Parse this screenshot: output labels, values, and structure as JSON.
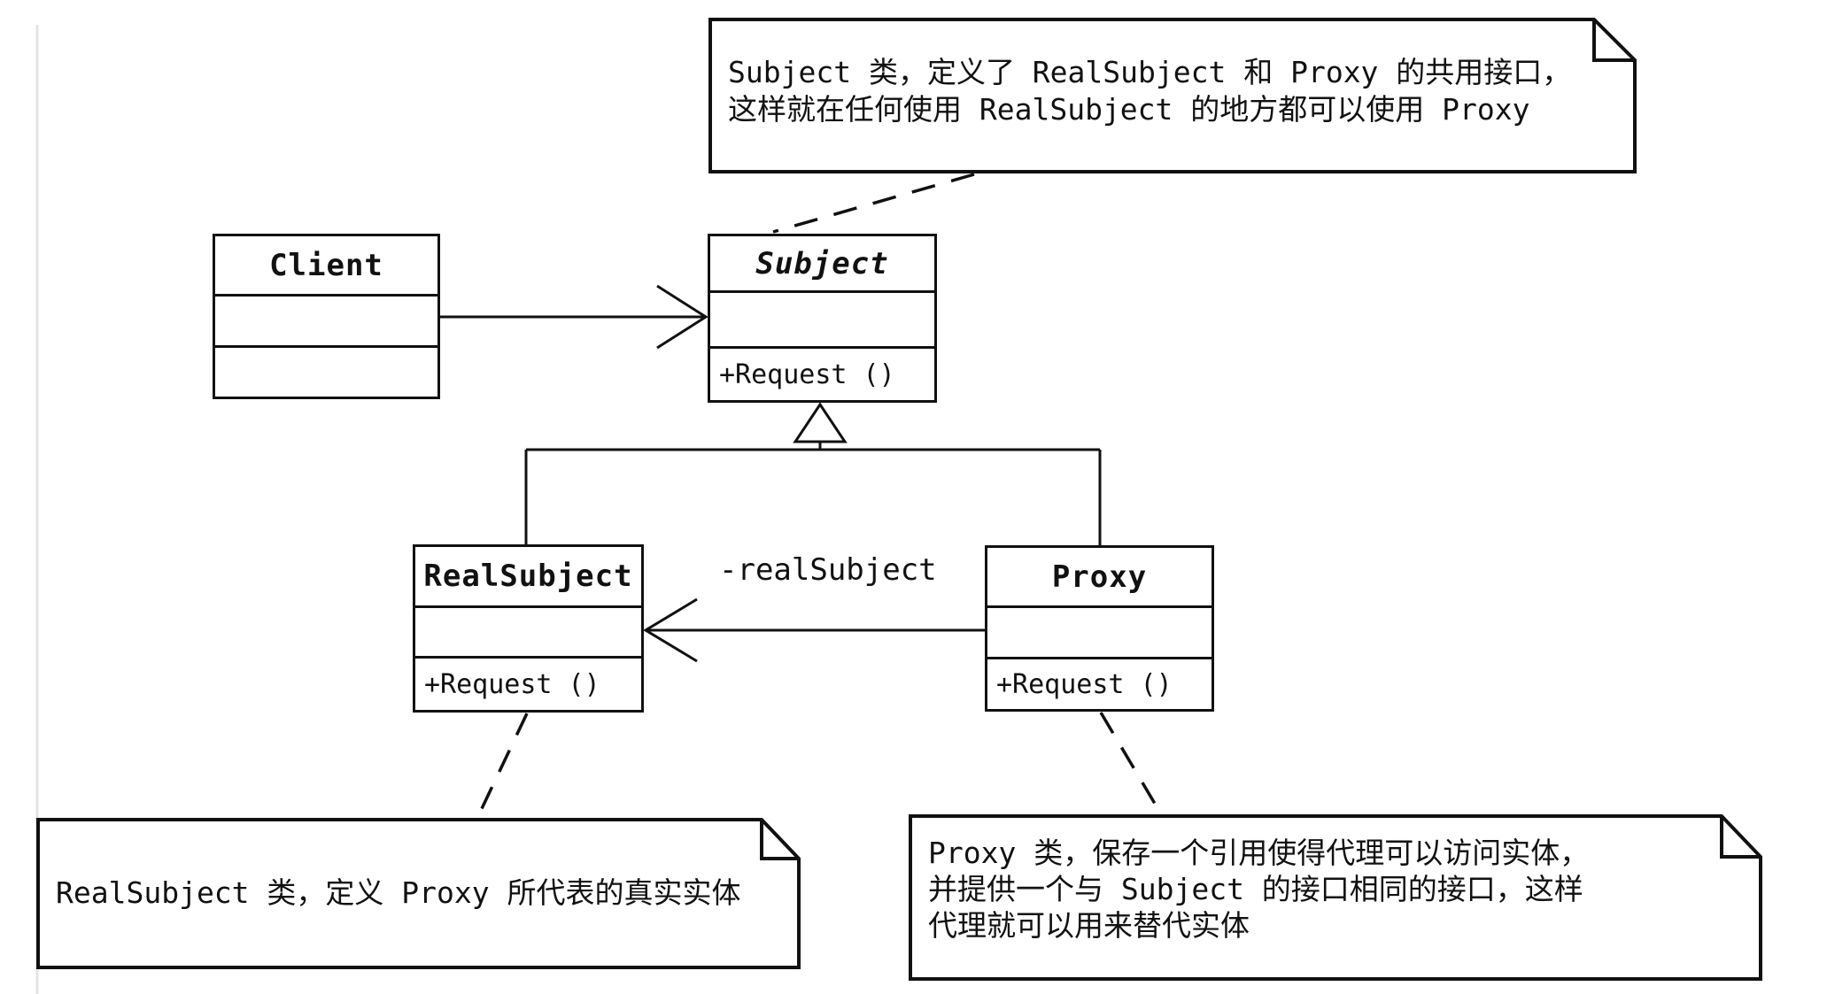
{
  "meta": {
    "figure": "UML class diagram of the Proxy design pattern",
    "language": "zh-CN"
  },
  "classes": {
    "client": {
      "name": "Client",
      "attributes": "",
      "operations": ""
    },
    "subject": {
      "name": "Subject",
      "attributes": "",
      "operations": "+Request ()",
      "abstract": true
    },
    "real_subject": {
      "name": "RealSubject",
      "attributes": "",
      "operations": "+Request ()"
    },
    "proxy": {
      "name": "Proxy",
      "attributes": "",
      "operations": "+Request ()"
    }
  },
  "labels": {
    "proxy_realsubject_association": "-realSubject"
  },
  "relationships": [
    {
      "from": "Client",
      "to": "Subject",
      "type": "association-arrow"
    },
    {
      "from": "RealSubject",
      "to": "Subject",
      "type": "generalization"
    },
    {
      "from": "Proxy",
      "to": "Subject",
      "type": "generalization"
    },
    {
      "from": "Proxy",
      "to": "RealSubject",
      "type": "association-arrow",
      "label": "-realSubject"
    }
  ],
  "notes": {
    "subject_note": {
      "attached_to": "Subject",
      "lines": [
        "Subject 类，定义了 RealSubject 和 Proxy 的共用接口，",
        "这样就在任何使用 RealSubject 的地方都可以使用 Proxy"
      ]
    },
    "realsubject_note": {
      "attached_to": "RealSubject",
      "lines": [
        "RealSubject 类，定义 Proxy 所代表的真实实体"
      ]
    },
    "proxy_note": {
      "attached_to": "Proxy",
      "lines": [
        "Proxy 类，保存一个引用使得代理可以访问实体，",
        "并提供一个与 Subject 的接口相同的接口，这样",
        "代理就可以用来替代实体"
      ]
    }
  },
  "colors": {
    "line": "#111111",
    "background": "#ffffff",
    "margin_line": "#e4e4e4"
  }
}
